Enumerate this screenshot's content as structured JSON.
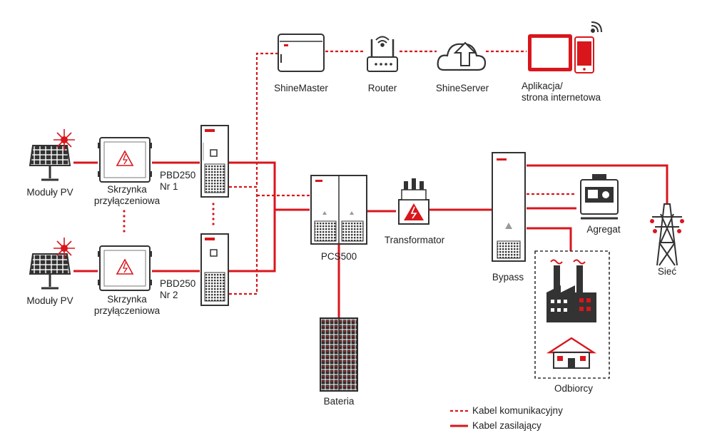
{
  "colors": {
    "power_cable": "#d9161c",
    "comm_cable": "#d9161c",
    "equipment_gray": "#3a3a3a",
    "text": "#222222"
  },
  "labels": {
    "shinemaster": "ShineMaster",
    "router": "Router",
    "shineserver": "ShineServer",
    "app_line1": "Aplikacja/",
    "app_line2": "strona internetowa",
    "pv_modules_1": "Moduły PV",
    "pv_modules_2": "Moduły PV",
    "combiner_1_line1": "Skrzynka",
    "combiner_1_line2": "przyłączeniowa",
    "combiner_2_line1": "Skrzynka",
    "combiner_2_line2": "przyłączeniowa",
    "pbd_1_line1": "PBD250",
    "pbd_1_line2": "Nr 1",
    "pbd_2_line1": "PBD250",
    "pbd_2_line2": "Nr 2",
    "pcs": "PCS500",
    "battery": "Bateria",
    "transformer": "Transformator",
    "bypass": "Bypass",
    "generator": "Agregat",
    "grid": "Sieć",
    "consumers": "Odbiorcy"
  },
  "legend": {
    "comm_cable": "Kabel komunikacyjny",
    "power_cable": "Kabel zasilający"
  },
  "icons": [
    "solar-panel-icon",
    "combiner-box-icon",
    "inverter-cabinet-icon",
    "shinemaster-icon",
    "router-icon",
    "cloud-upload-icon",
    "tablet-icon",
    "phone-icon",
    "wifi-icon",
    "pcs-cabinet-icon",
    "battery-rack-icon",
    "transformer-icon",
    "bypass-cabinet-icon",
    "generator-icon",
    "power-tower-icon",
    "factory-icon",
    "house-icon"
  ]
}
